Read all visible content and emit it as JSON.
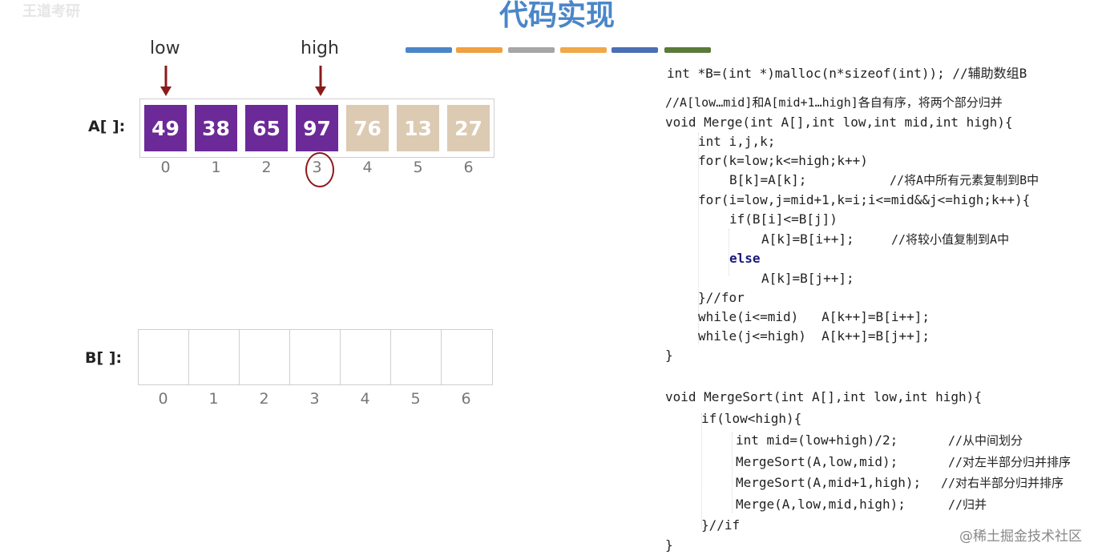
{
  "logo_faint": "王道考研",
  "title": "代码实现",
  "colors": {
    "purple": "#6b2a97",
    "beige": "#dccab3",
    "arrow": "#8b1a1a",
    "title": "#4a86c8",
    "bar_colors": [
      "#4a86c8",
      "#f0a040",
      "#a6a6a6",
      "#f0a848",
      "#4a6fb4",
      "#5a7a3a"
    ]
  },
  "pointers": {
    "low_label": "low",
    "high_label": "high"
  },
  "array_a": {
    "label": "A[ ]:",
    "cells": [
      {
        "value": "49",
        "state": "active"
      },
      {
        "value": "38",
        "state": "active"
      },
      {
        "value": "65",
        "state": "active"
      },
      {
        "value": "97",
        "state": "active"
      },
      {
        "value": "76",
        "state": "inactive"
      },
      {
        "value": "13",
        "state": "inactive"
      },
      {
        "value": "27",
        "state": "inactive"
      }
    ],
    "indices": [
      "0",
      "1",
      "2",
      "3",
      "4",
      "5",
      "6"
    ]
  },
  "array_b": {
    "label": "B[ ]:",
    "indices": [
      "0",
      "1",
      "2",
      "3",
      "4",
      "5",
      "6"
    ]
  },
  "code": {
    "malloc_line": "int *B=(int *)malloc(n*sizeof(int)); //辅助数组B",
    "merge_comment": "//A[low…mid]和A[mid+1…high]各自有序，将两个部分归并",
    "merge_sig": "void Merge(int A[],int low,int mid,int high){",
    "decl": "int i,j,k;",
    "for1": "for(k=low;k<=high;k++)",
    "copy": "B[k]=A[k];",
    "copy_comment": "//将A中所有元素复制到B中",
    "for2": "for(i=low,j=mid+1,k=i;i<=mid&&j<=high;k++){",
    "if_line": "if(B[i]<=B[j])",
    "assign_i": "A[k]=B[i++];",
    "assign_i_comment": "//将较小值复制到A中",
    "else_line": "else",
    "assign_j": "A[k]=B[j++];",
    "end_for": "}//for",
    "while1": "while(i<=mid)   A[k++]=B[i++];",
    "while2": "while(j<=high)  A[k++]=B[j++];",
    "close1": "}",
    "ms_sig": "void MergeSort(int A[],int low,int high){",
    "ms_if": "if(low<high){",
    "ms_mid": "int mid=(low+high)/2;",
    "ms_mid_comment": "//从中间划分",
    "ms_left": "MergeSort(A,low,mid);",
    "ms_left_comment": "//对左半部分归并排序",
    "ms_right": "MergeSort(A,mid+1,high);",
    "ms_right_comment": "//对右半部分归并排序",
    "ms_merge": "Merge(A,low,mid,high);",
    "ms_merge_comment": "//归并",
    "ms_endif": "}//if",
    "close2": "}"
  },
  "watermark": "@稀土掘金技术社区"
}
